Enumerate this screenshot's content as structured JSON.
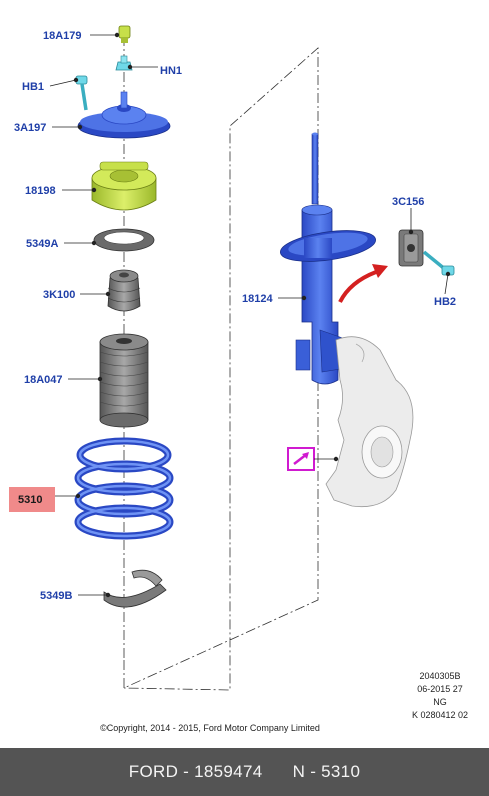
{
  "labels": {
    "l18A179": "18A179",
    "lHN1": "HN1",
    "lHB1": "HB1",
    "l3A197": "3A197",
    "l18198": "18198",
    "l5349A": "5349A",
    "l3K100": "3K100",
    "l18A047": "18A047",
    "l5310": "5310",
    "l5349B": "5349B",
    "l18124": "18124",
    "l3C156": "3C156",
    "lHB2": "HB2"
  },
  "meta": {
    "ref_code": "2040305B",
    "date_code": "06-2015 27",
    "region": "NG",
    "k_code": "K 0280412 02"
  },
  "copyright": "©Copyright, 2014 - 2015, Ford Motor Company Limited",
  "footer": {
    "brand_part": "FORD - 1859474",
    "n_code": "N - 5310"
  },
  "colors": {
    "part_blue": "#3a5fd8",
    "label_blue": "#1f3fa8",
    "yellow_green": "#c7e04a",
    "highlight": "#f08a8a",
    "footer_bg": "#545454"
  }
}
